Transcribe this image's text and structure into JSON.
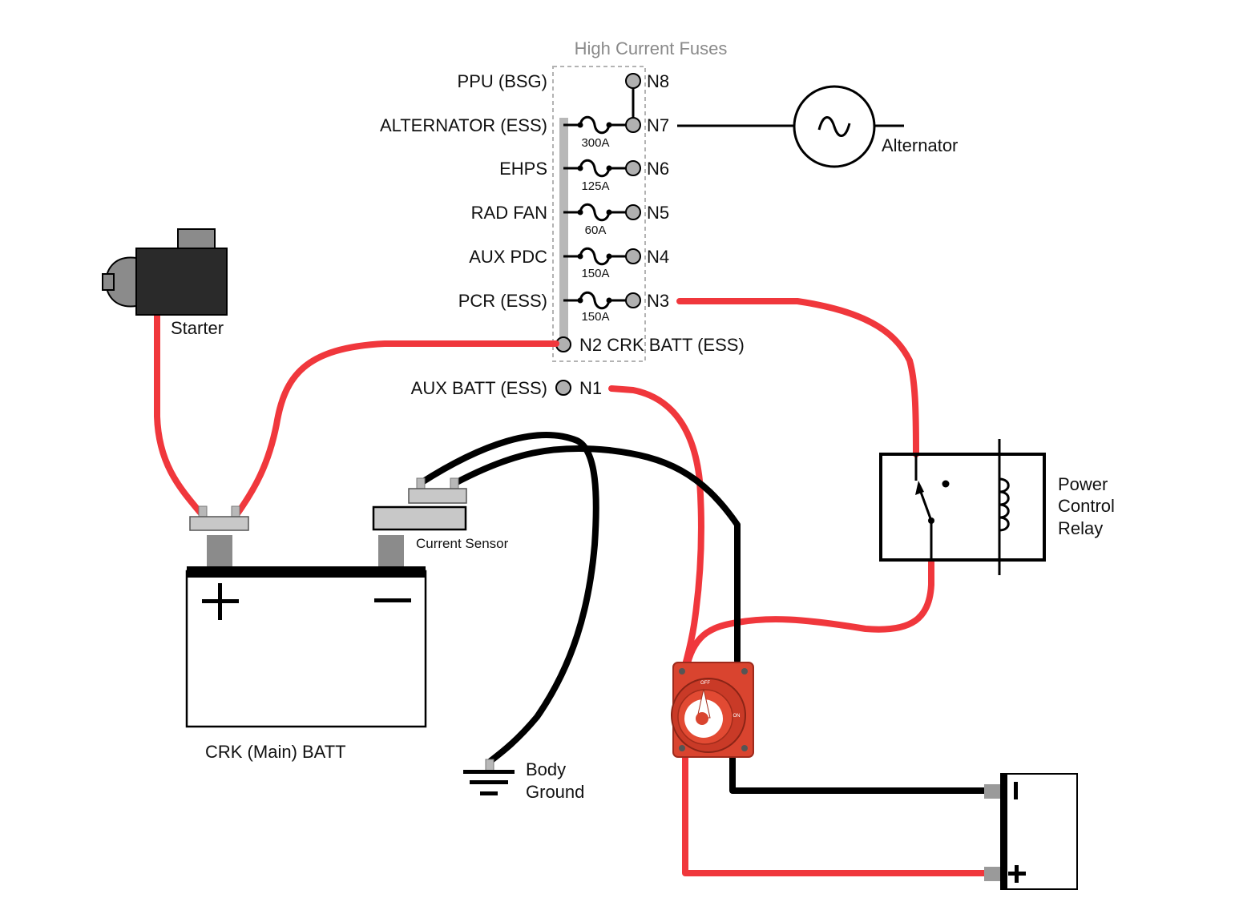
{
  "fuse_box": {
    "title": "High Current Fuses",
    "rows": [
      {
        "label": "PPU (BSG)",
        "node": "N8",
        "fuse": ""
      },
      {
        "label": "ALTERNATOR (ESS)",
        "node": "N7",
        "fuse": "300A"
      },
      {
        "label": "EHPS",
        "node": "N6",
        "fuse": "125A"
      },
      {
        "label": "RAD FAN",
        "node": "N5",
        "fuse": "60A"
      },
      {
        "label": "AUX PDC",
        "node": "N4",
        "fuse": "150A"
      },
      {
        "label": "PCR (ESS)",
        "node": "N3",
        "fuse": "150A"
      }
    ],
    "n2": "N2 CRK BATT (ESS)"
  },
  "aux_batt": {
    "label": "AUX BATT (ESS)",
    "node": "N1"
  },
  "components": {
    "alternator": "Alternator",
    "starter": "Starter",
    "crk_batt": "CRK (Main) BATT",
    "current_sensor": "Current Sensor",
    "body_ground_l1": "Body",
    "body_ground_l2": "Ground",
    "relay_l1": "Power",
    "relay_l2": "Control",
    "relay_l3": "Relay",
    "switch_off": "OFF",
    "switch_on": "ON"
  },
  "colors": {
    "red_wire": "#f0373c",
    "black_wire": "#000000",
    "switch_body": "#d9442f"
  },
  "icons": [
    "fuse-icon",
    "ac-sine-icon",
    "ground-icon",
    "relay-coil-icon",
    "battery-switch-icon",
    "starter-icon"
  ]
}
